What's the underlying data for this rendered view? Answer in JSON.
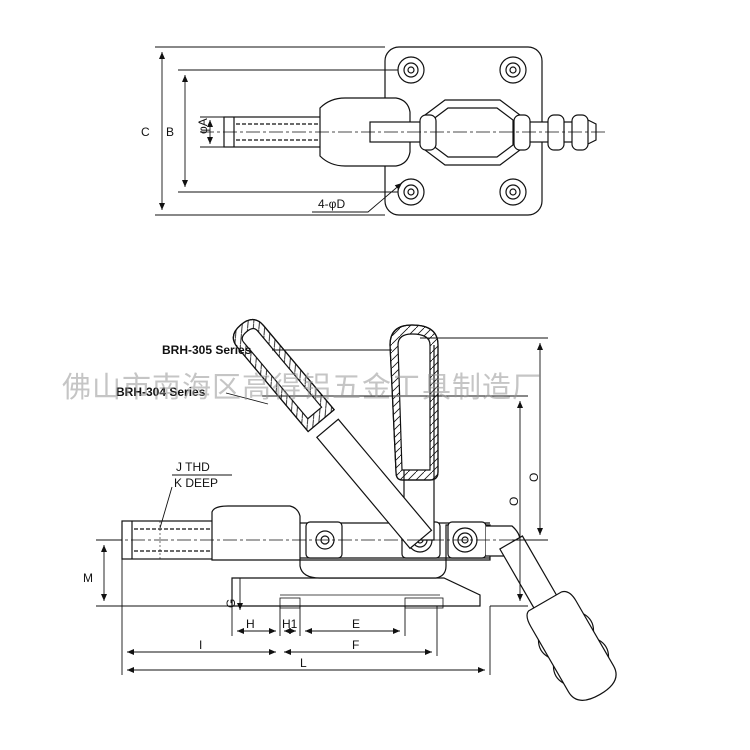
{
  "top_view": {
    "dim_c": "C",
    "dim_b": "B",
    "dim_phi_a": "φA",
    "dim_4_phi_d": "4-φD"
  },
  "side_view": {
    "series_305": "BRH-305 Series",
    "series_304": "BRH-304 Series",
    "thread_j": "J  THD",
    "thread_k": "K DEEP",
    "dim_m": "M",
    "dim_g": "G",
    "dim_h": "H",
    "dim_h1": "H1",
    "dim_e": "E",
    "dim_i": "I",
    "dim_f": "F",
    "dim_l": "L",
    "dim_o_inner": "O",
    "dim_o_outer": "O"
  },
  "watermark": "佛山市南海区高得铝五金工具制造厂",
  "colors": {
    "line": "#111111",
    "watermark": "#969696"
  }
}
